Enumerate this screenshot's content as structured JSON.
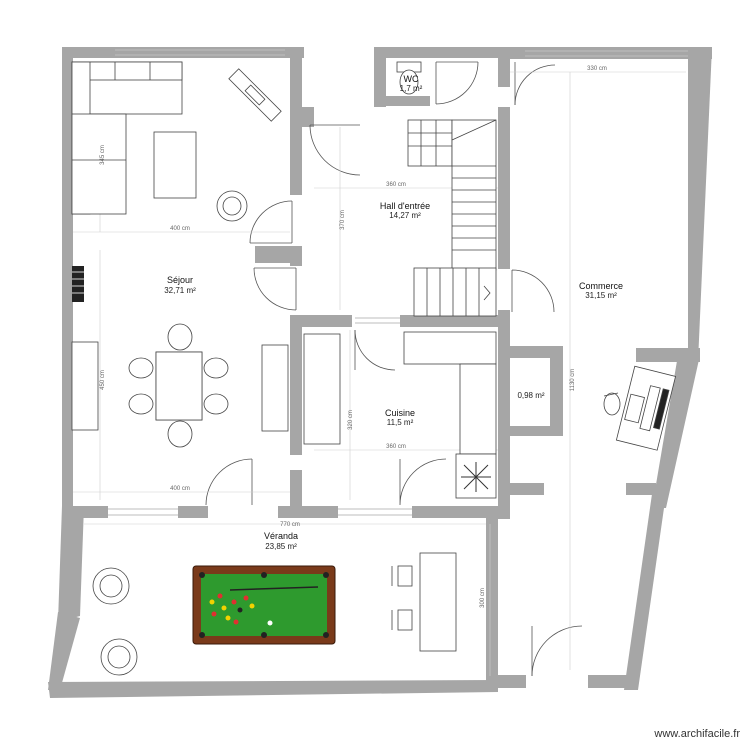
{
  "plan": {
    "wall_color": "#a6a6a6",
    "rooms": [
      {
        "id": "sejour",
        "name": "Séjour",
        "area": "32,71 m²"
      },
      {
        "id": "hall",
        "name": "Hall d'entrée",
        "area": "14,27 m²"
      },
      {
        "id": "wc",
        "name": "WC",
        "area": "1,7 m²"
      },
      {
        "id": "commerce",
        "name": "Commerce",
        "area": "31,15 m²"
      },
      {
        "id": "cuisine",
        "name": "Cuisine",
        "area": "11,5 m²"
      },
      {
        "id": "placard",
        "name": "",
        "area": "0,98 m²"
      },
      {
        "id": "veranda",
        "name": "Véranda",
        "area": "23,85 m²"
      }
    ],
    "dimensions": {
      "sejour_width_top": "400 cm",
      "sejour_width_bottom": "400 cm",
      "sejour_height_top": "345 cm",
      "sejour_height_bottom": "450 cm",
      "hall_width": "360 cm",
      "hall_height": "370 cm",
      "cuisine_width": "360 cm",
      "cuisine_height": "320 cm",
      "commerce_width": "330 cm",
      "commerce_height": "1130 cm",
      "veranda_width": "770 cm",
      "veranda_height": "300 cm"
    },
    "billiard_colors": {
      "felt": "#2e9a2e",
      "frame": "#7a3a1a"
    }
  },
  "watermark": {
    "text": "www.archifacile.fr"
  }
}
